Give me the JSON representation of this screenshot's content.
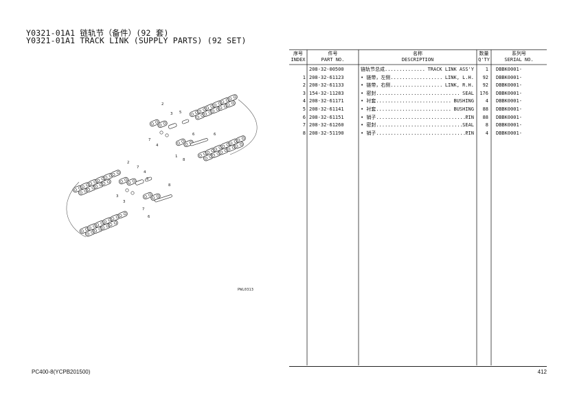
{
  "header": {
    "title_cn": "Y0321-01A1 链轨节（备件）(92 套)",
    "title_en": "Y0321-01A1 TRACK LINK (SUPPLY PARTS) (92 SET)"
  },
  "diagram": {
    "code": "PWL0313",
    "callouts": [
      "2",
      "3",
      "5",
      "6",
      "7",
      "4",
      "6",
      "1",
      "8",
      "2",
      "7",
      "4",
      "5",
      "3",
      "3",
      "6",
      "7",
      "8"
    ]
  },
  "table": {
    "headers": {
      "index_cn": "序号",
      "index_en": "INDEX",
      "part_cn": "件号",
      "part_en": "PART NO.",
      "desc_cn": "名称",
      "desc_en": "DESCRIPTION",
      "qty_cn": "数量",
      "qty_en": "Q'TY",
      "serial_cn": "系列号",
      "serial_en": "SERIAL NO."
    },
    "rows": [
      {
        "index": "",
        "part": "208-32-00500",
        "desc_cn": "链轨节总成..............",
        "desc_en": "TRACK LINK ASS'Y",
        "qty": "1",
        "serial": "DBBK0001-"
      },
      {
        "index": "1",
        "part": "208-32-61123",
        "desc_cn": "• 链带，左侧..................",
        "desc_en": "LINK, L.H.",
        "qty": "92",
        "serial": "DBBK0001-"
      },
      {
        "index": "2",
        "part": "208-32-61133",
        "desc_cn": "• 链带，右侧..................",
        "desc_en": "LINK, R.H.",
        "qty": "92",
        "serial": "DBBK0001-"
      },
      {
        "index": "3",
        "part": "154-32-11283",
        "desc_cn": "• 密封.............................",
        "desc_en": "SEAL",
        "qty": "176",
        "serial": "DBBK0001-"
      },
      {
        "index": "4",
        "part": "208-32-61171",
        "desc_cn": "• 衬套..........................",
        "desc_en": "BUSHING",
        "qty": "4",
        "serial": "DBBK0001-"
      },
      {
        "index": "5",
        "part": "208-32-61141",
        "desc_cn": "• 衬套..........................",
        "desc_en": "BUSHING",
        "qty": "88",
        "serial": "DBBK0001-"
      },
      {
        "index": "6",
        "part": "208-32-61151",
        "desc_cn": "• 销子................................",
        "desc_en": "PIN",
        "qty": "88",
        "serial": "DBBK0001-"
      },
      {
        "index": "7",
        "part": "208-32-61260",
        "desc_cn": "• 密封...............................",
        "desc_en": "SEAL",
        "qty": "8",
        "serial": "DBBK0001-"
      },
      {
        "index": "8",
        "part": "208-32-51190",
        "desc_cn": "• 销子................................",
        "desc_en": "PIN",
        "qty": "4",
        "serial": "DBBK0001-"
      }
    ]
  },
  "footer": {
    "model": "PC400-8(YCPB201500)",
    "page": "412"
  }
}
